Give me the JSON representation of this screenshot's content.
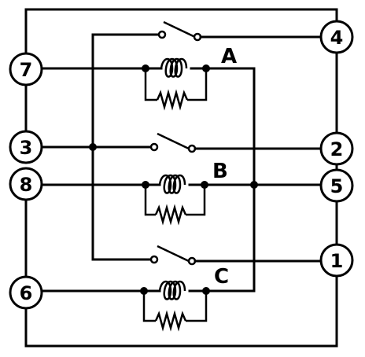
{
  "terminals": {
    "t1": "1",
    "t2": "2",
    "t3": "3",
    "t4": "4",
    "t5": "5",
    "t6": "6",
    "t7": "7",
    "t8": "8"
  },
  "relays": {
    "a": "A",
    "b": "B",
    "c": "C"
  }
}
